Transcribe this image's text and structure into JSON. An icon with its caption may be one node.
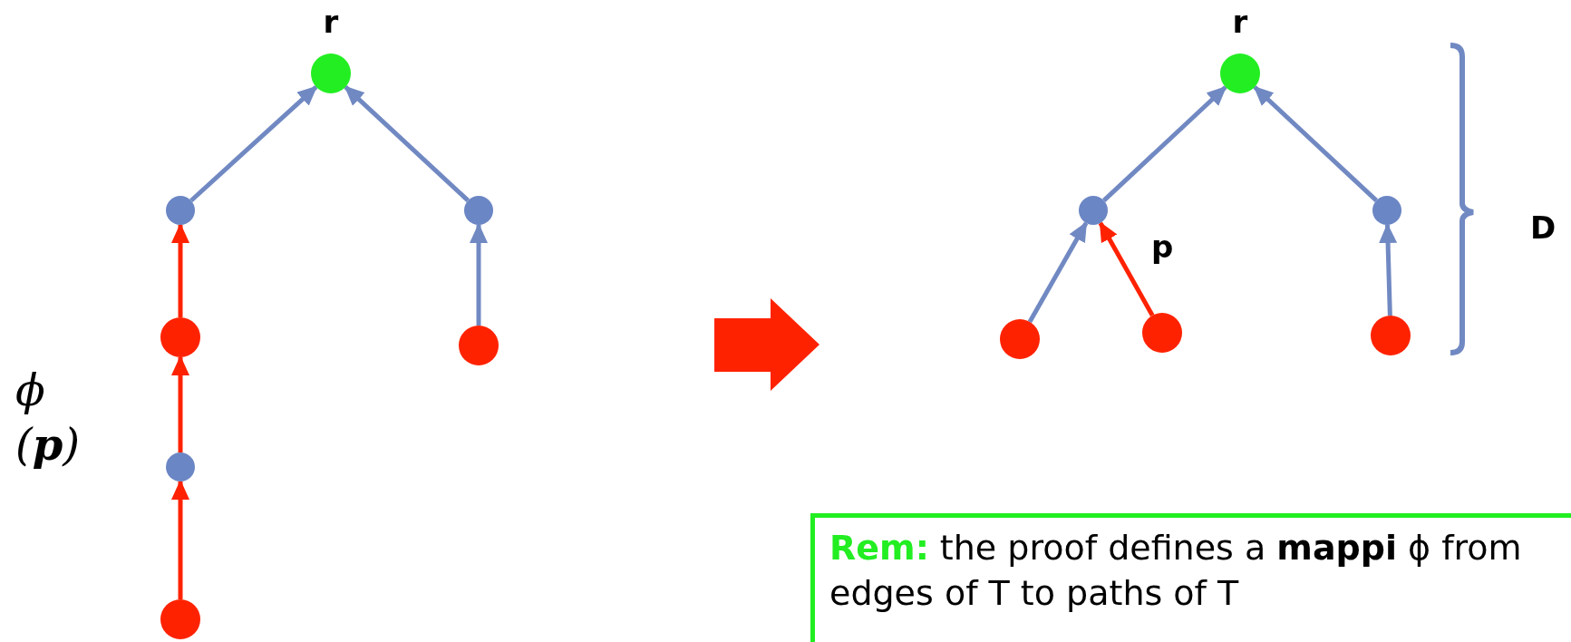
{
  "diagram": {
    "nodes": [
      {
        "text": [
          "r"
        ]
      },
      {
        "text": [],
        "shape": "circle"
      },
      {
        "text": [],
        "shape": "circle"
      },
      {
        "text": [],
        "shape": "circle"
      },
      {
        "text": [],
        "shape": "circle"
      },
      {
        "text": [],
        "shape": "circle"
      },
      {
        "text": [],
        "shape": "circle"
      },
      {
        "text": [
          "r"
        ]
      },
      {
        "text": [],
        "shape": "circle"
      },
      {
        "text": [],
        "shape": "circle"
      },
      {
        "text": [],
        "shape": "circle"
      },
      {
        "text": [],
        "shape": "circle"
      },
      {
        "text": [],
        "shape": "circle"
      },
      {
        "text": [
          "Rem:",
          "the proof defines a **mappi** ϕ from edges of T to paths of T"
        ]
      }
    ],
    "edges": [
      {
        "from": 1,
        "to": 0,
        "arrow": "to"
      },
      {
        "from": 2,
        "to": 0,
        "arrow": "to"
      },
      {
        "from": 3,
        "to": 1,
        "arrow": "to",
        "color": "#ff2200"
      },
      {
        "from": 4,
        "to": 2,
        "arrow": "to"
      },
      {
        "from": 5,
        "to": 3,
        "arrow": "to",
        "color": "#ff2200"
      },
      {
        "from": 6,
        "to": 5,
        "arrow": "to",
        "color": "#ff2200"
      },
      {
        "from": 8,
        "to": 7,
        "arrow": "to"
      },
      {
        "from": 9,
        "to": 7,
        "arrow": "to"
      },
      {
        "from": 10,
        "to": 8,
        "arrow": "to"
      },
      {
        "from": 11,
        "to": 8,
        "arrow": "to",
        "label": "p",
        "color": "#ff2200"
      },
      {
        "from": 12,
        "to": 9,
        "arrow": "to"
      }
    ],
    "labels": [
      "ϕ(**p**)",
      "D"
    ]
  }
}
